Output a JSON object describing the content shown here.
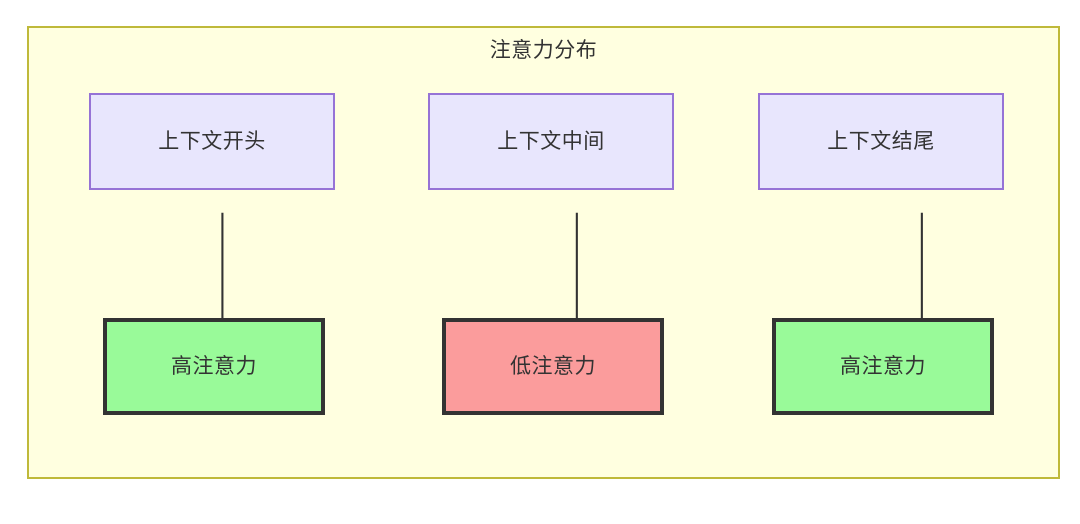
{
  "diagram": {
    "title": "注意力分布",
    "container": {
      "fill_color": "#ffffe0",
      "border_color": "#bfb93a"
    },
    "nodes": {
      "context": [
        {
          "id": "context-start",
          "label": "上下文开头",
          "fill_color": "#e8e6fd",
          "border_color": "#9673d6"
        },
        {
          "id": "context-middle",
          "label": "上下文中间",
          "fill_color": "#e8e6fd",
          "border_color": "#9673d6"
        },
        {
          "id": "context-end",
          "label": "上下文结尾",
          "fill_color": "#e8e6fd",
          "border_color": "#9673d6"
        }
      ],
      "attention": [
        {
          "id": "attention-high-start",
          "label": "高注意力",
          "fill_color": "#99fa99",
          "border_color": "#333333"
        },
        {
          "id": "attention-low-middle",
          "label": "低注意力",
          "fill_color": "#fb9c9c",
          "border_color": "#333333"
        },
        {
          "id": "attention-high-end",
          "label": "高注意力",
          "fill_color": "#99fa99",
          "border_color": "#333333"
        }
      ]
    },
    "edges": [
      {
        "id": "edge-start",
        "from": "context-start",
        "to": "attention-high-start",
        "color": "#333333"
      },
      {
        "id": "edge-middle",
        "from": "context-middle",
        "to": "attention-low-middle",
        "color": "#333333"
      },
      {
        "id": "edge-end",
        "from": "context-end",
        "to": "attention-high-end",
        "color": "#333333"
      }
    ]
  }
}
